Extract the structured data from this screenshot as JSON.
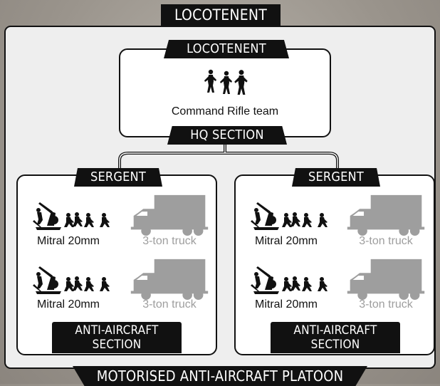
{
  "platoon": {
    "top_rank": "LOCOTENENT",
    "bottom_title": "MOTORISED ANTI-AIRCRAFT PLATOON"
  },
  "hq": {
    "rank": "LOCOTENENT",
    "unit_label": "Command Rifle team",
    "section_title": "HQ SECTION",
    "icon": "rifle-team-silhouettes-icon"
  },
  "sections": [
    {
      "rank": "SERGENT",
      "title_line1": "ANTI-AIRCRAFT",
      "title_line2": "SECTION",
      "rows": [
        {
          "gun_label": "Mitral 20mm",
          "truck_label": "3-ton truck"
        },
        {
          "gun_label": "Mitral 20mm",
          "truck_label": "3-ton truck"
        }
      ]
    },
    {
      "rank": "SERGENT",
      "title_line1": "ANTI-AIRCRAFT",
      "title_line2": "SECTION",
      "rows": [
        {
          "gun_label": "Mitral 20mm",
          "truck_label": "3-ton truck"
        },
        {
          "gun_label": "Mitral 20mm",
          "truck_label": "3-ton truck"
        }
      ]
    }
  ],
  "colors": {
    "tab_black": "#111111",
    "panel_fill": "#eeeeee",
    "box_fill": "#ffffff",
    "truck_grey": "#9e9e9e"
  }
}
